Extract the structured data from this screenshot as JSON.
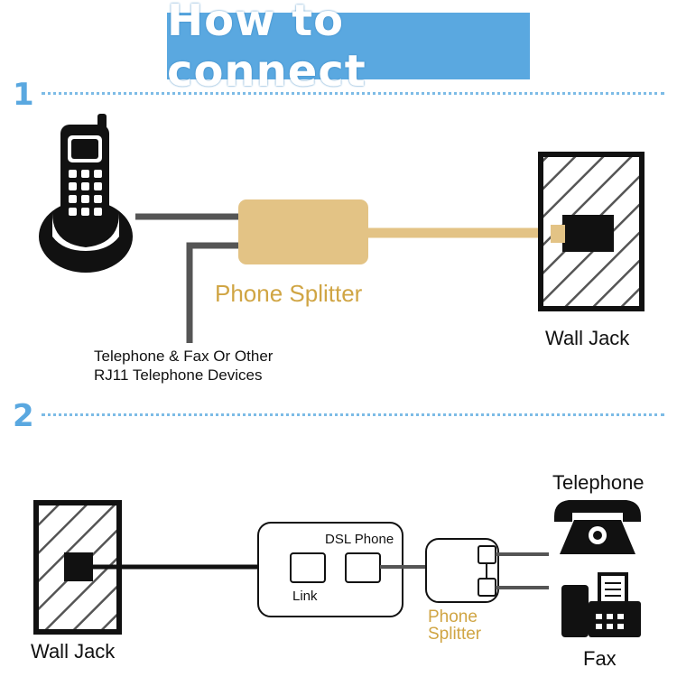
{
  "title": "How to connect",
  "colors": {
    "accent": "#5aa8e0",
    "splitter": "#e3c385",
    "splitter_text": "#d0a544",
    "cable_gray": "#555555",
    "black": "#111111"
  },
  "step1": {
    "number": "1",
    "splitter_label": "Phone Splitter",
    "devices_label_line1": "Telephone & Fax Or Other",
    "devices_label_line2": "RJ11 Telephone Devices",
    "wall_jack_label": "Wall Jack"
  },
  "step2": {
    "number": "2",
    "wall_jack_label": "Wall Jack",
    "modem_dsl_label": "DSL Phone",
    "modem_link_label": "Link",
    "splitter_label_line1": "Phone",
    "splitter_label_line2": "Splitter",
    "telephone_label": "Telephone",
    "fax_label": "Fax"
  }
}
